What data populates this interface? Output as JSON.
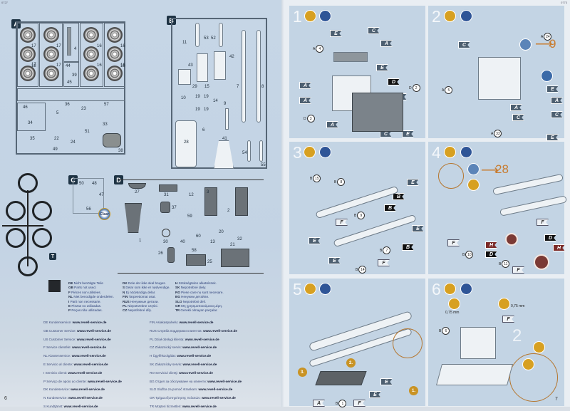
{
  "left_page": {
    "code": "0727",
    "page_number": "6",
    "sprues": {
      "A": {
        "label": "A",
        "parts": [
          "17",
          "17",
          "18",
          "17",
          "17",
          "4",
          "44",
          "39",
          "45",
          "16",
          "16",
          "16",
          "16",
          "16",
          "46",
          "5",
          "36",
          "23",
          "57",
          "34",
          "22",
          "24",
          "51",
          "33",
          "35",
          "49",
          "38"
        ]
      },
      "B": {
        "label": "B",
        "parts": [
          "11",
          "53",
          "52",
          "43",
          "42",
          "29",
          "15",
          "7",
          "8",
          "10",
          "19",
          "19",
          "19",
          "19",
          "14",
          "9",
          "6",
          "28",
          "41",
          "54",
          "55"
        ]
      },
      "C": {
        "label": "C",
        "parts": [
          "50",
          "48",
          "47",
          "56"
        ],
        "clear_badge": "Clear"
      },
      "D": {
        "label": "D",
        "parts": [
          "27",
          "31",
          "12",
          "37",
          "59",
          "1",
          "30",
          "40",
          "60",
          "20",
          "13",
          "26",
          "58",
          "25",
          "3",
          "2",
          "32",
          "21"
        ]
      },
      "T": {
        "label": "T"
      }
    },
    "unused_parts_legend": {
      "col1": [
        {
          "lang": "DE",
          "text": "Nicht benötigte Teile"
        },
        {
          "lang": "GB",
          "text": "Parts not used."
        },
        {
          "lang": "F",
          "text": "Pièces non utilisées."
        },
        {
          "lang": "NL",
          "text": "Niet benodigde onderdelen."
        },
        {
          "lang": "I",
          "text": "Parti non necessarie."
        },
        {
          "lang": "E",
          "text": "Piezas no utilizadas."
        },
        {
          "lang": "P",
          "text": "Peças não utilizadas."
        }
      ],
      "col2": [
        {
          "lang": "DK",
          "text": "Dele der ikke skal bruges."
        },
        {
          "lang": "S",
          "text": "Delar som ikke er nødvendige."
        },
        {
          "lang": "N",
          "text": "Ej nödvändiga delar."
        },
        {
          "lang": "FIN",
          "text": "Tarpeettomat osat."
        },
        {
          "lang": "RUS",
          "text": "Ненужные детали."
        },
        {
          "lang": "PL",
          "text": "Niepotrzebne części."
        },
        {
          "lang": "CZ",
          "text": "Nepotřebné díly."
        }
      ],
      "col3": [
        {
          "lang": "H",
          "text": "Szükségtelen alkatrészek."
        },
        {
          "lang": "SK",
          "text": "Nepotrebné diely."
        },
        {
          "lang": "RO",
          "text": "Piese care nu sunt necesare."
        },
        {
          "lang": "BG",
          "text": "Ненужни детайли."
        },
        {
          "lang": "SLO",
          "text": "Nepotrebni deli."
        },
        {
          "lang": "GR",
          "text": "Μη χρησιμοποιούμενα μέρη."
        },
        {
          "lang": "TR",
          "text": "Gerekli olmayan parçalar."
        }
      ]
    },
    "customer_service": {
      "url": "www.revell-service.de",
      "col1": [
        {
          "lang": "DE",
          "label": "Kundenservice:"
        },
        {
          "lang": "GB",
          "label": "Customer Service:"
        },
        {
          "lang": "US",
          "label": "Customer Service:"
        },
        {
          "lang": "F",
          "label": "Service clientèle:"
        },
        {
          "lang": "NL",
          "label": "Klantenservice:"
        },
        {
          "lang": "E",
          "label": "Servicio al cliente:"
        },
        {
          "lang": "I",
          "label": "Servizio clienti:"
        },
        {
          "lang": "P",
          "label": "Serviço de apoio ao cliente:"
        },
        {
          "lang": "DK",
          "label": "Kundeservice:"
        },
        {
          "lang": "N",
          "label": "Kundeservice:"
        },
        {
          "lang": "S",
          "label": "Kundtjänst:"
        }
      ],
      "col2": [
        {
          "lang": "FIN",
          "label": "Asiakaspalvelu:"
        },
        {
          "lang": "RUS",
          "label": "Служба поддержки клиентов:"
        },
        {
          "lang": "PL",
          "label": "Dział obsługi klienta:"
        },
        {
          "lang": "CZ",
          "label": "Zákaznický servis:"
        },
        {
          "lang": "H",
          "label": "Ügyfélszolgálat:"
        },
        {
          "lang": "SK",
          "label": "Zákaznícky servis:"
        },
        {
          "lang": "RO",
          "label": "Serviciul clienţi:"
        },
        {
          "lang": "BG",
          "label": "Отдел за обслужване на клиенти:"
        },
        {
          "lang": "SLO",
          "label": "Služba za pomoč strankam:"
        },
        {
          "lang": "GR",
          "label": "Τμήμα εξυπηρέτησης πελατών:"
        },
        {
          "lang": "TR",
          "label": "Müşteri hizmetleri:"
        }
      ]
    }
  },
  "right_page": {
    "code": "0773",
    "page_number": "7",
    "steps": [
      {
        "number": "1",
        "flags": [
          "E",
          "C",
          "A",
          "E",
          "A",
          "D",
          "E",
          "A",
          "A",
          "C",
          "E"
        ],
        "callouts": [
          {
            "sprue": "A",
            "part": "4"
          },
          {
            "sprue": "D",
            "part": "2"
          },
          {
            "sprue": "D",
            "part": "3"
          }
        ]
      },
      {
        "number": "2",
        "flags": [
          "C",
          "E",
          "A",
          "A",
          "C",
          "C",
          "E"
        ],
        "callouts": [
          {
            "sprue": "A",
            "part": "24"
          },
          {
            "sprue": "A",
            "part": "5"
          },
          {
            "sprue": "A",
            "part": "33"
          }
        ],
        "reference_step": "9"
      },
      {
        "number": "3",
        "flags": [
          "E",
          "B",
          "B",
          "E",
          "F",
          "E",
          "B",
          "E",
          "F"
        ],
        "callouts": [
          {
            "sprue": "B",
            "part": "15"
          },
          {
            "sprue": "B",
            "part": "8"
          },
          {
            "sprue": "B",
            "part": "9"
          },
          {
            "sprue": "B",
            "part": "7"
          },
          {
            "sprue": "B",
            "part": "14"
          }
        ]
      },
      {
        "number": "4",
        "flags": [
          "F",
          "F",
          "H",
          "D",
          "D",
          "H",
          "F"
        ],
        "callouts": [
          {
            "sprue": "B",
            "part": "10"
          },
          {
            "sprue": "B",
            "part": "11"
          }
        ],
        "reference_step": "28"
      },
      {
        "number": "5",
        "flags": [
          "E",
          "E",
          "A",
          "F"
        ],
        "callouts": [
          {
            "sprue": "B",
            "part": "1"
          }
        ],
        "sequence_badges": [
          "1.",
          "2.",
          "3."
        ]
      },
      {
        "number": "6",
        "flags": [
          "F"
        ],
        "callouts": [
          {
            "sprue": "B",
            "part": "6"
          }
        ],
        "measurements": [
          "0,75 mm",
          "0,75 mm"
        ],
        "reference_step": "2"
      }
    ]
  }
}
